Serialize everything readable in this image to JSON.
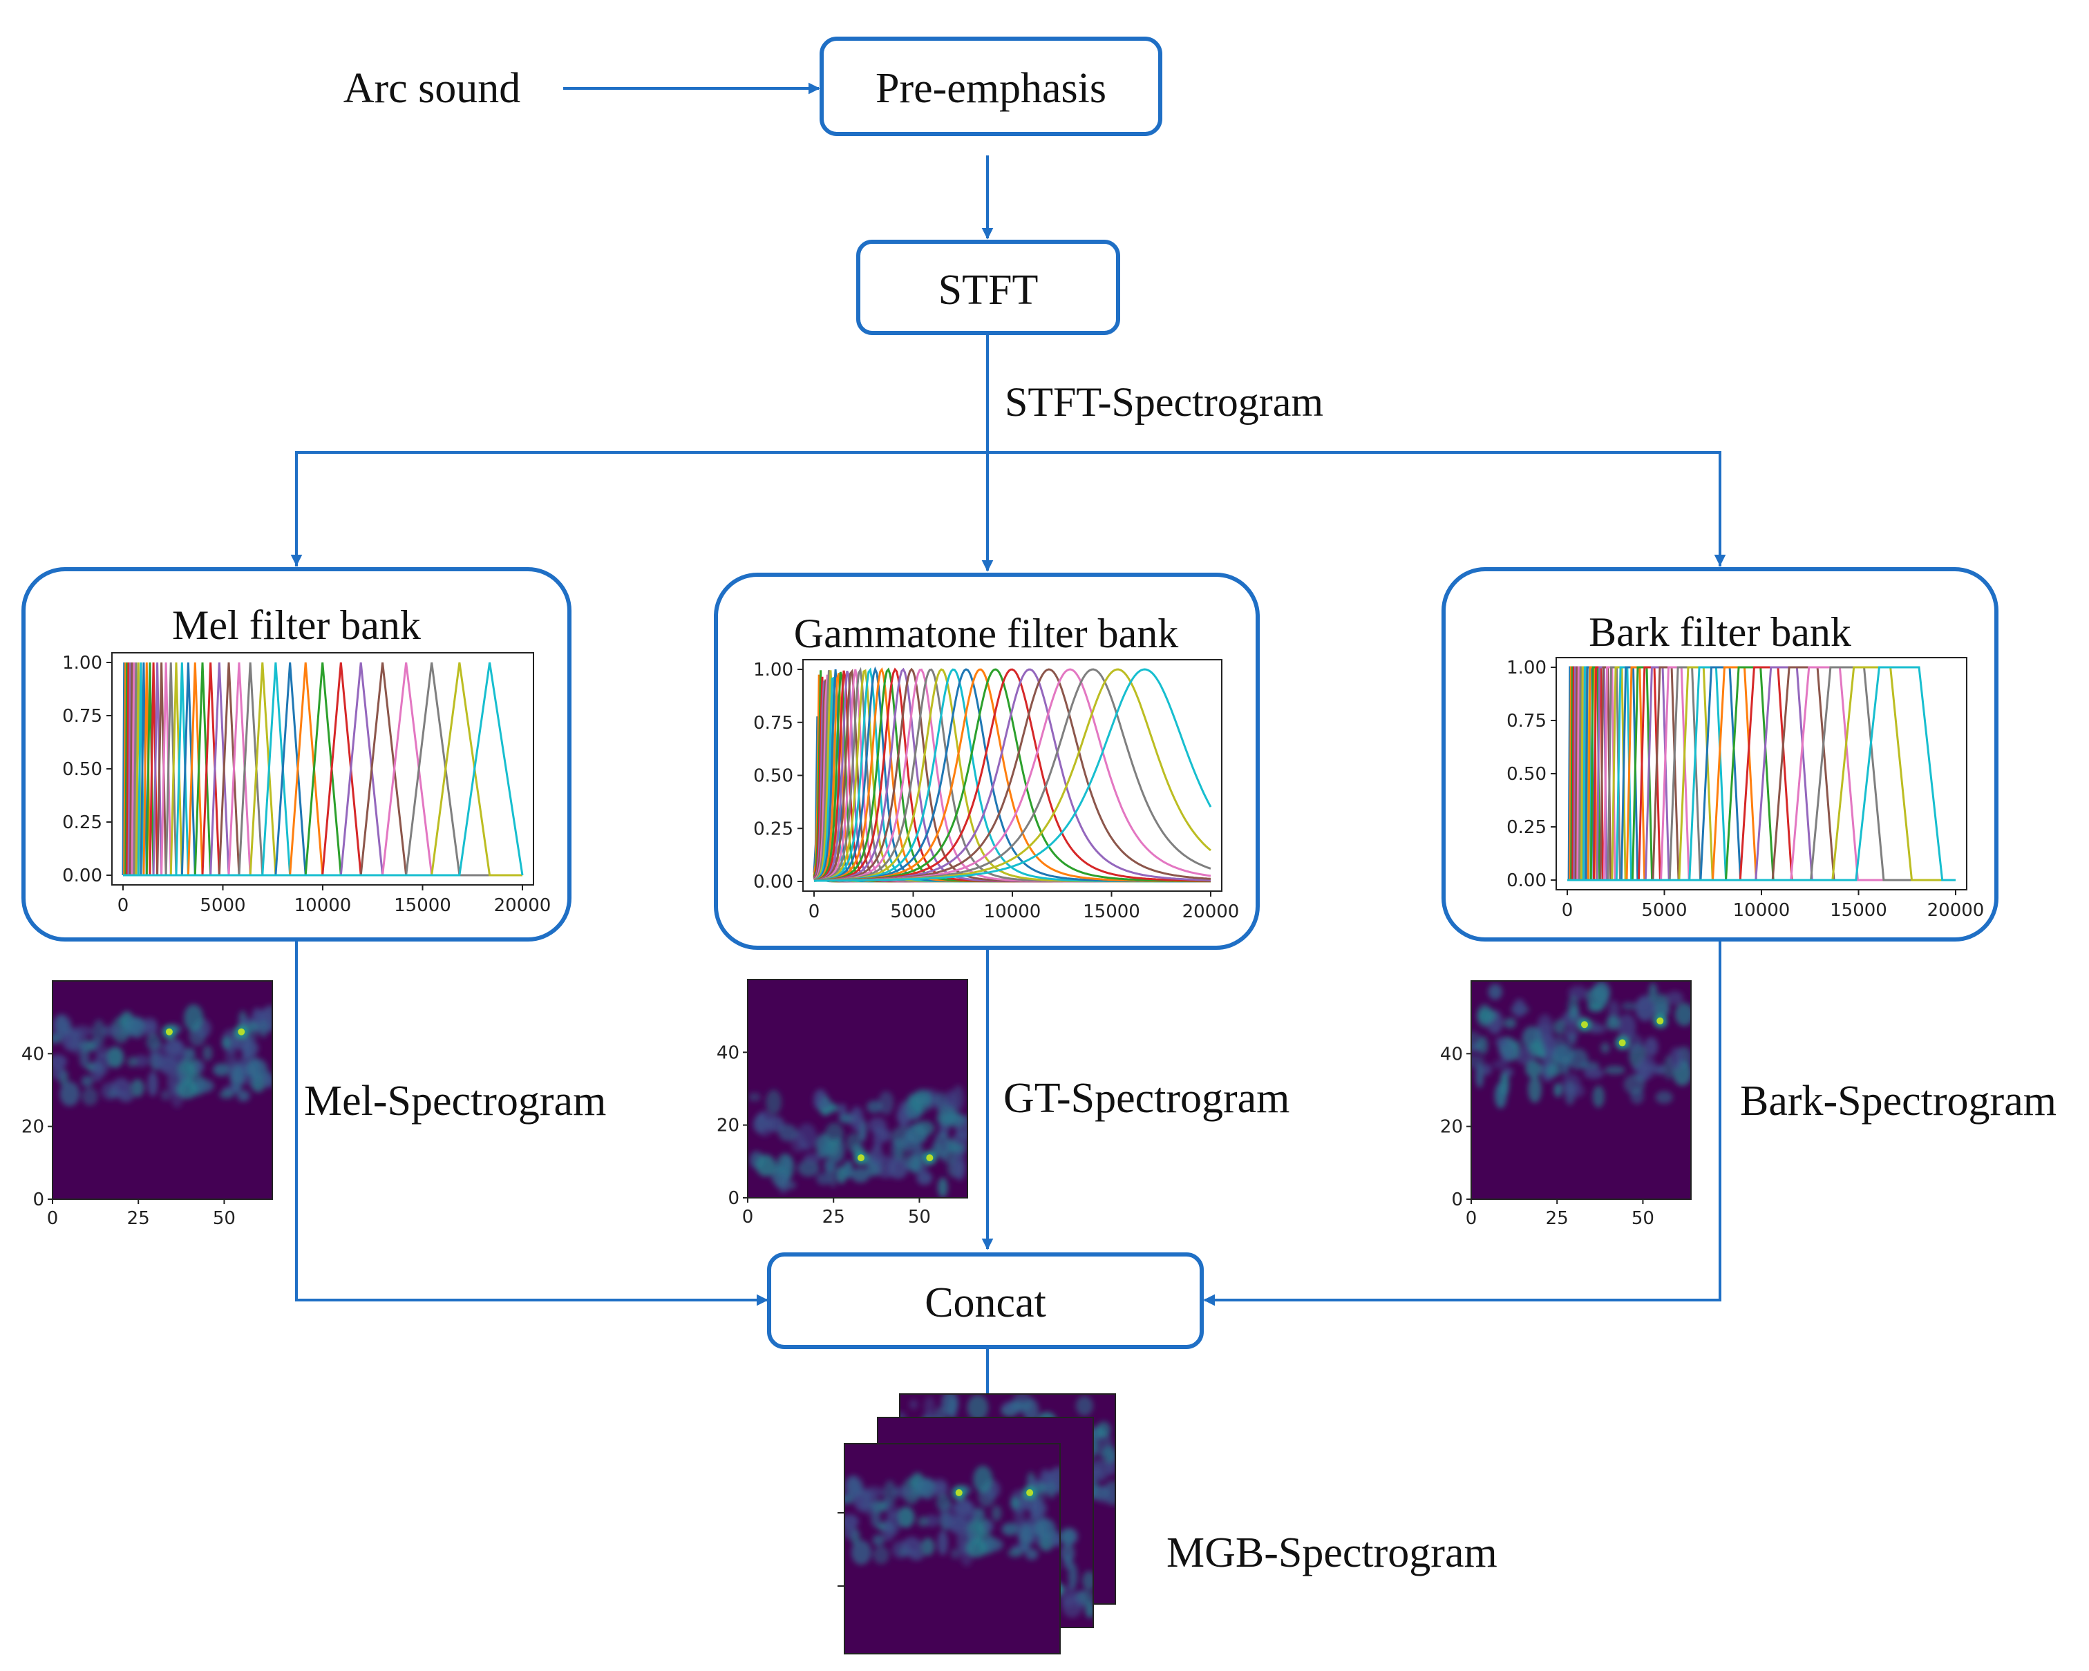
{
  "nodes": {
    "input": "Arc sound",
    "preemphasis": "Pre-emphasis",
    "stft": "STFT",
    "stft_out": "STFT-Spectrogram",
    "concat": "Concat",
    "output": "MGB-Spectrogram"
  },
  "banks": [
    {
      "title": "Mel filter bank",
      "spectrogram_label": "Mel-Spectrogram"
    },
    {
      "title": "Gammatone filter bank",
      "spectrogram_label": "GT-Spectrogram"
    },
    {
      "title": "Bark filter bank",
      "spectrogram_label": "Bark-Spectrogram"
    }
  ],
  "colors": {
    "arrow": "#1f6fc5",
    "viridis_dark": "#440154",
    "series": [
      "#1f77b4",
      "#ff7f0e",
      "#2ca02c",
      "#d62728",
      "#9467bd",
      "#8c564b",
      "#e377c2",
      "#7f7f7f",
      "#bcbd22",
      "#17becf"
    ]
  },
  "chart_data": [
    {
      "type": "line",
      "title": "Mel filter bank",
      "xlim": [
        0,
        20000
      ],
      "ylim": [
        0,
        1
      ],
      "x_ticks": [
        "0",
        "5000",
        "10000",
        "15000",
        "20000"
      ],
      "y_ticks": [
        "0.00",
        "0.25",
        "0.50",
        "0.75",
        "1.00"
      ],
      "filters": 40,
      "shape": "triangular"
    },
    {
      "type": "line",
      "title": "Gammatone filter bank",
      "xlim": [
        0,
        20000
      ],
      "ylim": [
        0,
        1
      ],
      "x_ticks": [
        "0",
        "5000",
        "10000",
        "15000",
        "20000"
      ],
      "y_ticks": [
        "0.00",
        "0.25",
        "0.50",
        "0.75",
        "1.00"
      ],
      "filters": 40,
      "shape": "gammatone"
    },
    {
      "type": "line",
      "title": "Bark filter bank",
      "xlim": [
        0,
        20000
      ],
      "ylim": [
        0,
        1
      ],
      "x_ticks": [
        "0",
        "5000",
        "10000",
        "15000",
        "20000"
      ],
      "y_ticks": [
        "0.00",
        "0.25",
        "0.50",
        "0.75",
        "1.00"
      ],
      "filters": 40,
      "shape": "trapezoidal"
    },
    {
      "type": "heatmap",
      "name": "Mel-Spectrogram",
      "x_ticks": [
        "0",
        "25",
        "50"
      ],
      "y_ticks": [
        "0",
        "20",
        "40"
      ],
      "xlim": [
        0,
        64
      ],
      "ylim": [
        0,
        60
      ],
      "energy_band": [
        28,
        50
      ],
      "hotspots": [
        [
          34,
          46
        ],
        [
          55,
          46
        ]
      ]
    },
    {
      "type": "heatmap",
      "name": "GT-Spectrogram",
      "x_ticks": [
        "0",
        "25",
        "50"
      ],
      "y_ticks": [
        "0",
        "20",
        "40"
      ],
      "xlim": [
        0,
        64
      ],
      "ylim": [
        0,
        60
      ],
      "energy_band": [
        2,
        28
      ],
      "hotspots": [
        [
          33,
          11
        ],
        [
          53,
          11
        ]
      ]
    },
    {
      "type": "heatmap",
      "name": "Bark-Spectrogram",
      "x_ticks": [
        "0",
        "25",
        "50"
      ],
      "y_ticks": [
        "0",
        "20",
        "40"
      ],
      "xlim": [
        0,
        64
      ],
      "ylim": [
        0,
        60
      ],
      "energy_band": [
        28,
        58
      ],
      "hotspots": [
        [
          33,
          48
        ],
        [
          44,
          43
        ],
        [
          55,
          49
        ]
      ]
    }
  ]
}
